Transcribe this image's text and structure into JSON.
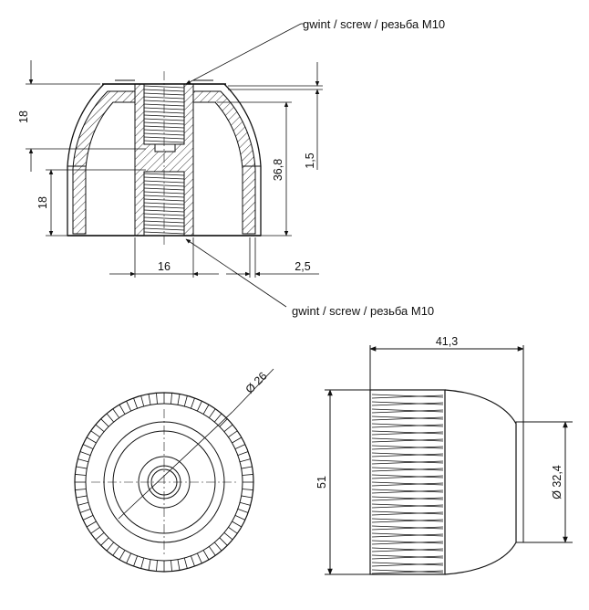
{
  "callouts": {
    "top_thread": "gwint / screw / резьба M10",
    "bottom_thread": "gwint / screw / резьба M10"
  },
  "dimensions": {
    "upper_height": "18",
    "lower_height": "18",
    "gap": "1,5",
    "inner_height": "36,8",
    "thread_width": "16",
    "wall": "2,5",
    "depth": "41,3",
    "outer_diameter": "51",
    "face_diameter": "Ø 26",
    "neck_diameter": "Ø 32,4"
  },
  "colors": {
    "line": "#111111",
    "hatch": "#333333"
  }
}
